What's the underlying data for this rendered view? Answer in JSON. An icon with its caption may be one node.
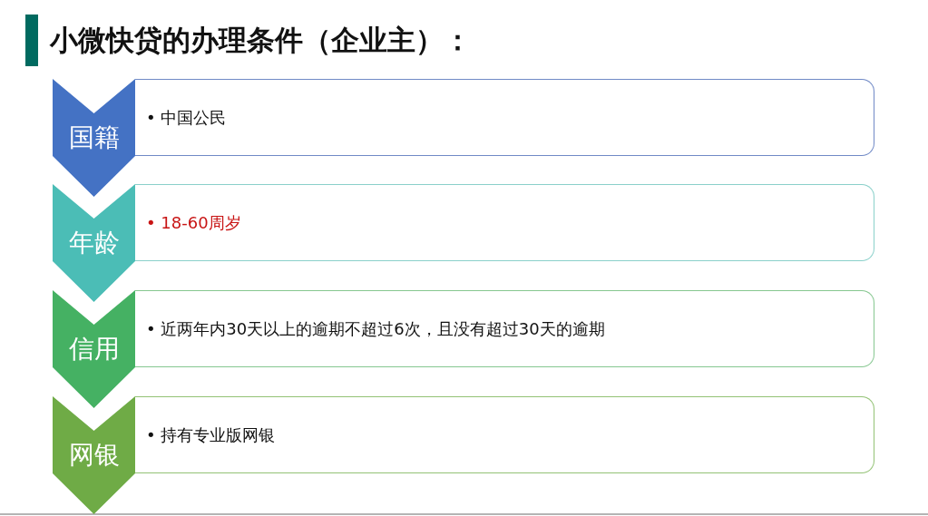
{
  "diagram": {
    "title": "小微快贷的办理条件（企业主）：",
    "nodes": [
      {
        "text": [
          "国籍"
        ]
      },
      {
        "text": [
          "• 中国公民"
        ]
      },
      {
        "text": [
          "年龄"
        ]
      },
      {
        "text": [
          "• 18-60周岁"
        ]
      },
      {
        "text": [
          "信用"
        ]
      },
      {
        "text": [
          "• 近两年内30天以上的逾期不超过6次，且没有超过30天的逾期"
        ]
      },
      {
        "text": [
          "网银"
        ]
      },
      {
        "text": [
          "• 持有专业版网银"
        ]
      }
    ]
  }
}
